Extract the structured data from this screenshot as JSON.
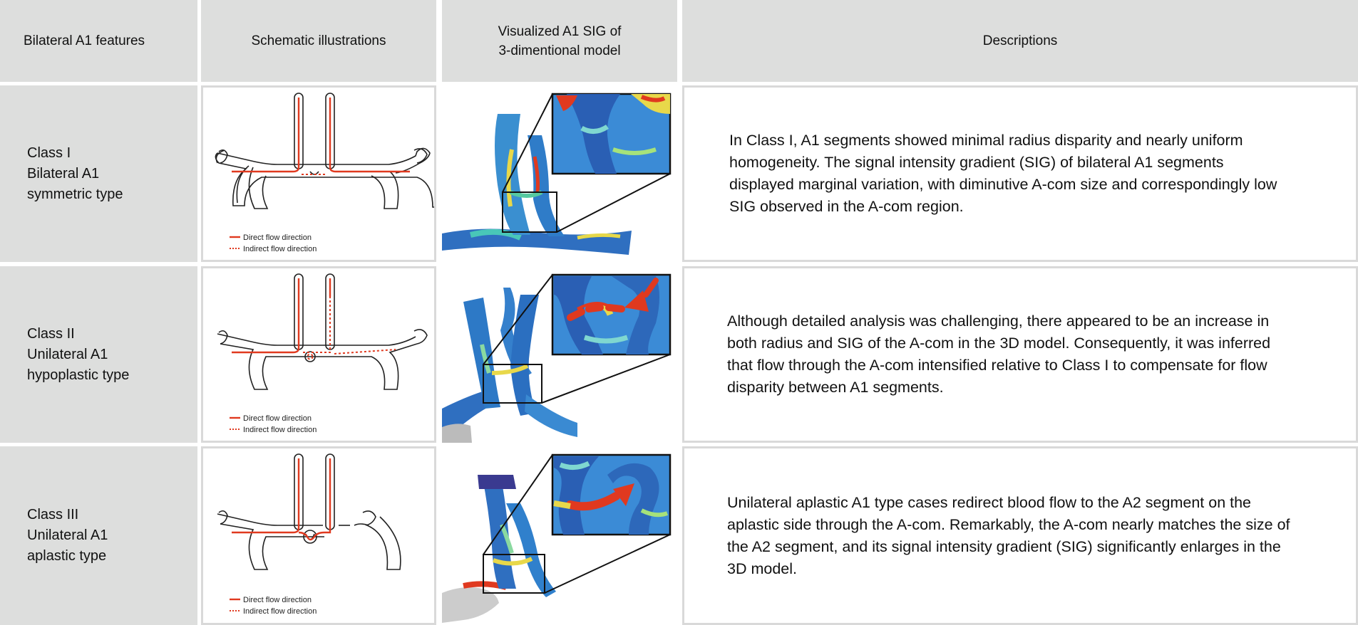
{
  "header": {
    "col1": "Bilateral A1 features",
    "col2": "Schematic illustrations",
    "col3_line1": "Visualized A1 SIG of",
    "col3_line2": "3-dimentional model",
    "col4": "Descriptions"
  },
  "legend": {
    "direct": "Direct flow direction",
    "indirect": "Indirect flow direction"
  },
  "colors": {
    "header_bg": "#dddedd",
    "flow_red": "#e0391f",
    "vessel_stroke": "#222222",
    "model_blue": "#2f6fc0"
  },
  "rows": [
    {
      "class_label": "Class I",
      "line2": "Bilateral A1",
      "line3": "symmetric type",
      "description": "In Class I, A1 segments showed minimal radius disparity and nearly uniform homogeneity. The signal intensity gradient (SIG) of bilateral A1 segments displayed marginal variation, with diminutive A-com size and correspondingly low SIG observed in the A-com region."
    },
    {
      "class_label": "Class II",
      "line2": "Unilateral A1",
      "line3": "hypoplastic type",
      "description": "Although detailed analysis was challenging, there appeared to be an increase in both radius and SIG of the A-com in the 3D model. Consequently, it was inferred that flow through the A-com intensified relative to Class I to compensate for flow disparity between A1 segments."
    },
    {
      "class_label": "Class III",
      "line2": "Unilateral A1",
      "line3": "aplastic type",
      "description": "Unilateral aplastic A1 type cases redirect blood flow to the A2 segment on the aplastic side through the A-com. Remarkably, the A-com nearly matches the size of the A2 segment, and its signal intensity gradient (SIG) significantly enlarges in the 3D model."
    }
  ]
}
